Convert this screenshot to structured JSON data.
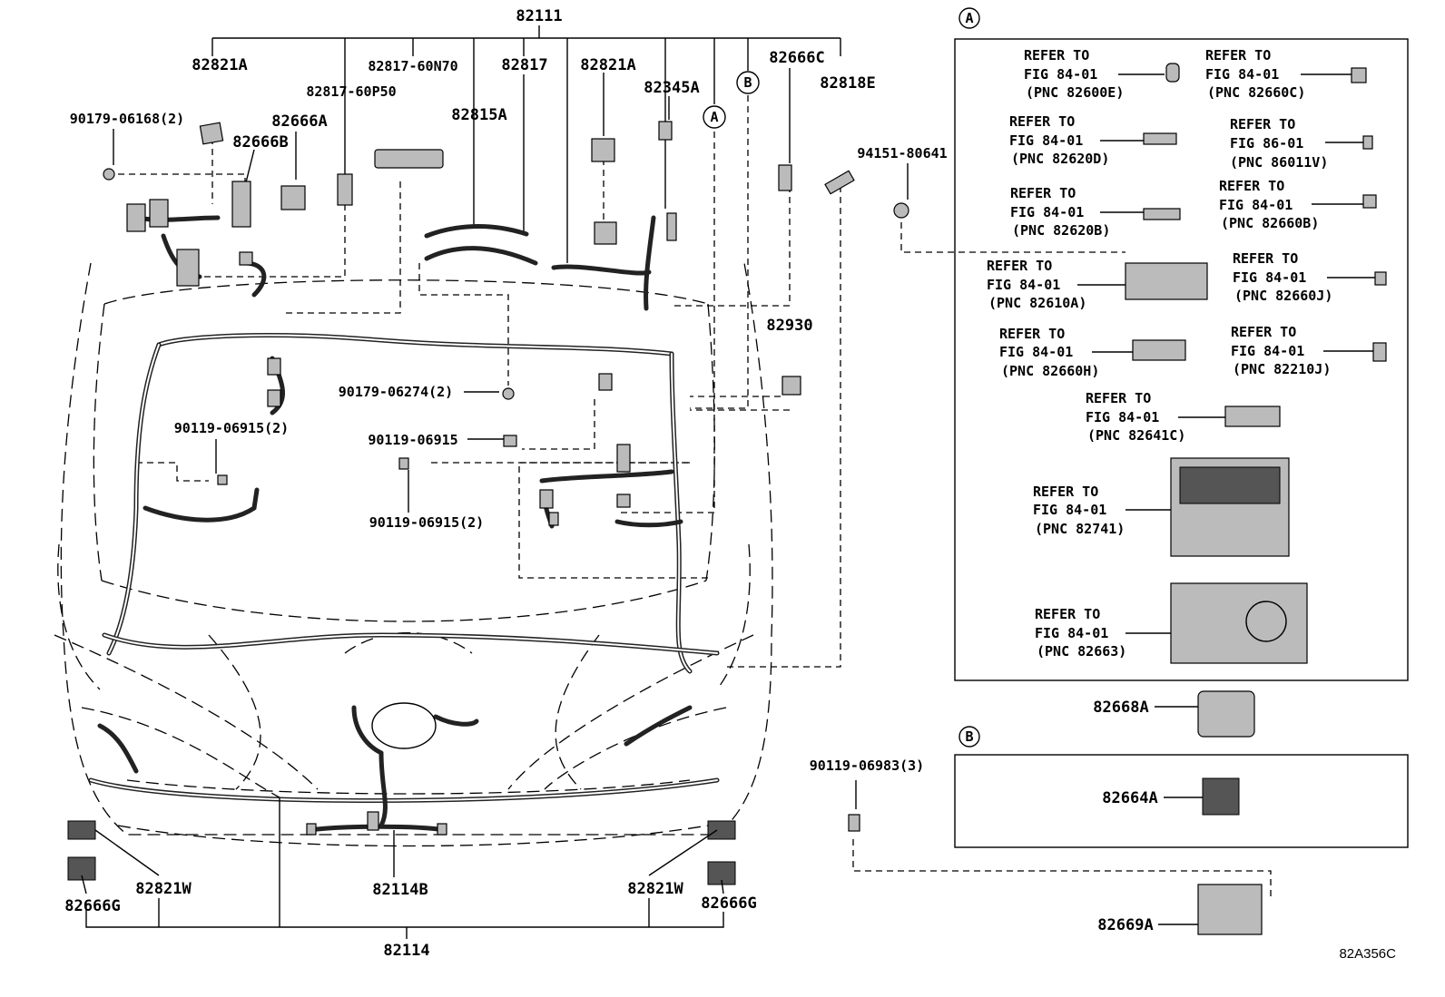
{
  "diagram_code": "82A356C",
  "top_labels": {
    "main": "82111",
    "l82821A_left": "82821A",
    "l82817_60N70": "82817-60N70",
    "l82817": "82817",
    "l82821A_right": "82821A",
    "l82666C": "82666C",
    "l82817_60P50": "82817-60P50",
    "l82345A": "82345A",
    "l82818E": "82818E",
    "l90179_06168": "90179-06168(2)",
    "l82666A": "82666A",
    "l82815A": "82815A",
    "l82666B": "82666B",
    "l94151_80641": "94151-80641",
    "l82930": "82930",
    "l90179_06274": "90179-06274(2)",
    "l90119_06915_2a": "90119-06915(2)",
    "l90119_06915": "90119-06915",
    "l90119_06915_2b": "90119-06915(2)",
    "l82821W_left": "82821W",
    "l82666G_left": "82666G",
    "l82114B": "82114B",
    "l82821W_right": "82821W",
    "l82666G_right": "82666G",
    "l82114": "82114",
    "circleA": "A",
    "circleB": "B"
  },
  "panelA": {
    "marker": "A",
    "refs": [
      {
        "l1": "REFER TO",
        "l2": "FIG 84-01",
        "l3": "(PNC 82600E)"
      },
      {
        "l1": "REFER TO",
        "l2": "FIG 84-01",
        "l3": "(PNC 82660C)"
      },
      {
        "l1": "REFER TO",
        "l2": "FIG 84-01",
        "l3": "(PNC 82620D)"
      },
      {
        "l1": "REFER TO",
        "l2": "FIG 86-01",
        "l3": "(PNC 86011V)"
      },
      {
        "l1": "REFER TO",
        "l2": "FIG 84-01",
        "l3": "(PNC 82620B)"
      },
      {
        "l1": "REFER TO",
        "l2": "FIG 84-01",
        "l3": "(PNC 82660B)"
      },
      {
        "l1": "REFER TO",
        "l2": "FIG 84-01",
        "l3": "(PNC 82610A)"
      },
      {
        "l1": "REFER TO",
        "l2": "FIG 84-01",
        "l3": "(PNC 82660J)"
      },
      {
        "l1": "REFER TO",
        "l2": "FIG 84-01",
        "l3": "(PNC 82660H)"
      },
      {
        "l1": "REFER TO",
        "l2": "FIG 84-01",
        "l3": "(PNC 82210J)"
      },
      {
        "l1": "REFER TO",
        "l2": "FIG 84-01",
        "l3": "(PNC 82641C)"
      },
      {
        "l1": "REFER TO",
        "l2": "FIG 84-01",
        "l3": "(PNC 82741)"
      },
      {
        "l1": "REFER TO",
        "l2": "FIG 84-01",
        "l3": "(PNC 82663)"
      }
    ]
  },
  "l82668A": "82668A",
  "panelB": {
    "marker": "B",
    "label": "82664A"
  },
  "l90119_06983": "90119-06983(3)",
  "l82669A": "82669A"
}
